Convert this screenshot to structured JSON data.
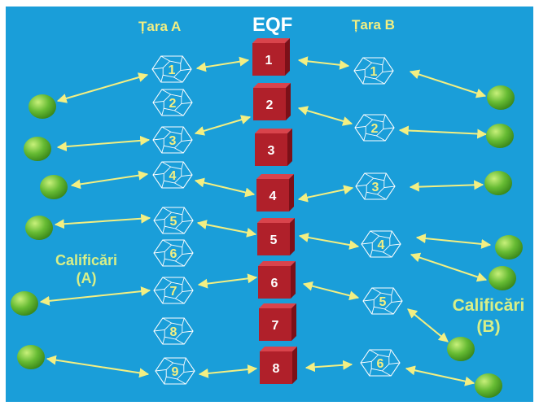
{
  "headers": {
    "country_a": "Țara A",
    "eqf": "EQF",
    "country_b": "Țara B"
  },
  "labels": {
    "qualifications_a_line1": "Calificări",
    "qualifications_a_line2": "(A)",
    "qualifications_b_line1": "Calificări",
    "qualifications_b_line2": "(B)"
  },
  "eqf_levels": [
    "1",
    "2",
    "3",
    "4",
    "5",
    "6",
    "7",
    "8"
  ],
  "country_a_levels": [
    "1",
    "2",
    "3",
    "4",
    "5",
    "6",
    "7",
    "8",
    "9"
  ],
  "country_b_levels": [
    "1",
    "2",
    "3",
    "4",
    "5",
    "6"
  ],
  "colors": {
    "background": "#1a9ed9",
    "eqf_cube": "#b0202a",
    "level_label": "#f3ef82",
    "arrow": "#f3ef82",
    "qualification_dot": "#66bb33"
  }
}
